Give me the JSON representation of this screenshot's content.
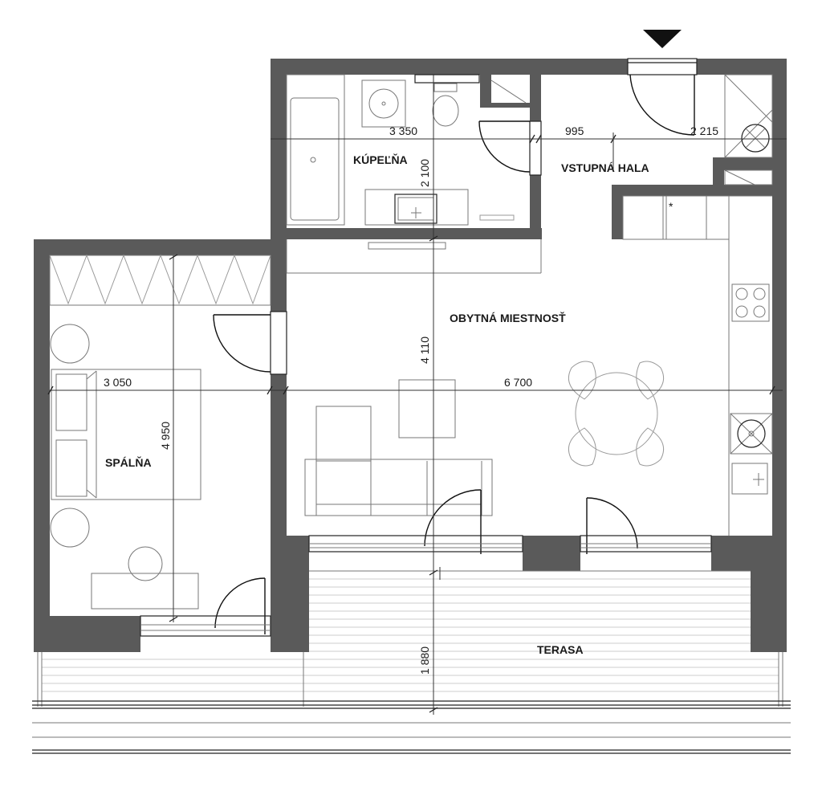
{
  "rooms": {
    "bathroom": "KÚPEĽŇA",
    "hall": "VSTUPNÁ HALA",
    "living": "OBYTNÁ MIESTNOSŤ",
    "bedroom": "SPÁLŇA",
    "terrace": "TERASA"
  },
  "dimensions": {
    "bath_width": "3 350",
    "bath_depth": "2 100",
    "hall_width": "995",
    "entry_width": "2 215",
    "living_depth": "4 110",
    "living_width": "6 700",
    "bedroom_width": "3 050",
    "bedroom_depth": "4 950",
    "terrace_depth": "1 880"
  },
  "colors": {
    "wall": "#5a5a5a",
    "line": "#777777",
    "text": "#1a1a1a"
  }
}
